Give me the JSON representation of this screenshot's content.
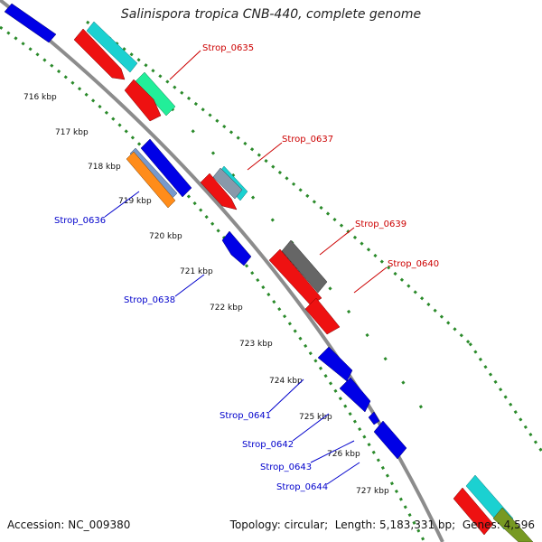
{
  "title": "Salinispora tropica CNB-440, complete genome",
  "footer": {
    "accession_label": "Accession:",
    "accession": "NC_009380",
    "topology_label": "Topology:",
    "topology": "circular",
    "length_label": "Length:",
    "length": "5,183,331 bp",
    "genes_label": "Genes:",
    "genes": "4,596"
  },
  "colors": {
    "backbone": "#8c8c8c",
    "axis_dots": "#2a8a2a",
    "forward_label": "#cc0000",
    "reverse_label": "#0000cc",
    "tick_label": "#111111"
  },
  "scale_ticks": [
    "716 kbp",
    "717 kbp",
    "718 kbp",
    "719 kbp",
    "720 kbp",
    "721 kbp",
    "722 kbp",
    "723 kbp",
    "724 kbp",
    "725 kbp",
    "726 kbp",
    "727 kbp"
  ],
  "gene_labels": {
    "forward": [
      "Strop_0635",
      "Strop_0637",
      "Strop_0639",
      "Strop_0640"
    ],
    "reverse": [
      "Strop_0636",
      "Strop_0638",
      "Strop_0641",
      "Strop_0642",
      "Strop_0643",
      "Strop_0644"
    ]
  }
}
